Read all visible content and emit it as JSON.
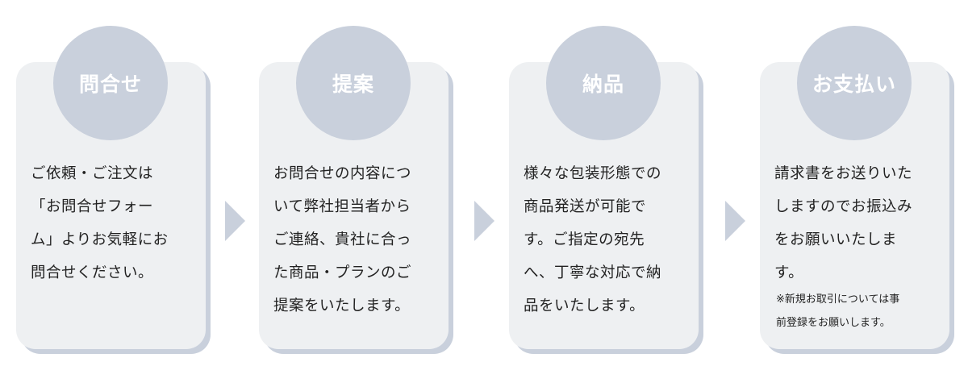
{
  "steps": [
    {
      "title": "問合せ",
      "text": "ご依頼・ご注文は\n「お問合せフォー\nム」よりお気軽にお\n問合せください。"
    },
    {
      "title": "提案",
      "text": "お問合せの内容につ\nいて弊社担当者から\nご連絡、貴社に合っ\nた商品・プランのご\n提案をいたします。"
    },
    {
      "title": "納品",
      "text": "様々な包装形態での\n商品発送が可能で\nす。ご指定の宛先\nへ、丁寧な対応で納\n品をいたします。"
    },
    {
      "title": "お支払い",
      "text": "請求書をお送りいた\nしますのでお振込み\nをお願いいたしま\nす。",
      "note": "※新規お取引については事\n前登録をお願いします。"
    }
  ],
  "colors": {
    "card_bg": "#eef0f2",
    "accent": "#c9d0dc",
    "text": "#222222",
    "title_text": "#ffffff"
  },
  "icons": [
    "chevron-right-icon",
    "chevron-right-icon",
    "chevron-right-icon"
  ]
}
